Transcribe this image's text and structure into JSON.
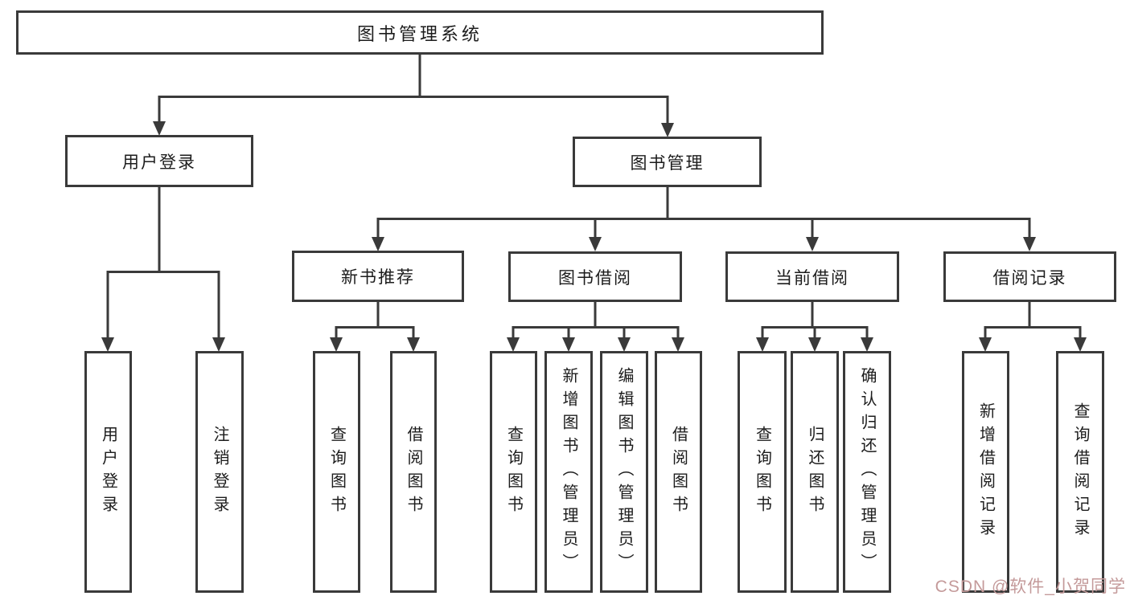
{
  "tree": {
    "root": {
      "label": "图书管理系统"
    },
    "branches": [
      {
        "label": "用户登录",
        "children": [
          {
            "label": "用户登录"
          },
          {
            "label": "注销登录"
          }
        ]
      },
      {
        "label": "图书管理",
        "children": [
          {
            "label": "新书推荐",
            "children": [
              {
                "label": "查询图书"
              },
              {
                "label": "借阅图书"
              }
            ]
          },
          {
            "label": "图书借阅",
            "children": [
              {
                "label": "查询图书"
              },
              {
                "label": "新增图书（管理员）"
              },
              {
                "label": "编辑图书（管理员）"
              },
              {
                "label": "借阅图书"
              }
            ]
          },
          {
            "label": "当前借阅",
            "children": [
              {
                "label": "查询图书"
              },
              {
                "label": "归还图书"
              },
              {
                "label": "确认归还（管理员）"
              }
            ]
          },
          {
            "label": "借阅记录",
            "children": [
              {
                "label": "新增借阅记录"
              },
              {
                "label": "查询借阅记录"
              }
            ]
          }
        ]
      }
    ]
  },
  "watermark": {
    "text": "CSDN @软件_小贺同学",
    "color": "#c49a9a"
  },
  "colors": {
    "line": "#3a3a3a",
    "text": "#1c1c1c",
    "background": "#ffffff"
  }
}
